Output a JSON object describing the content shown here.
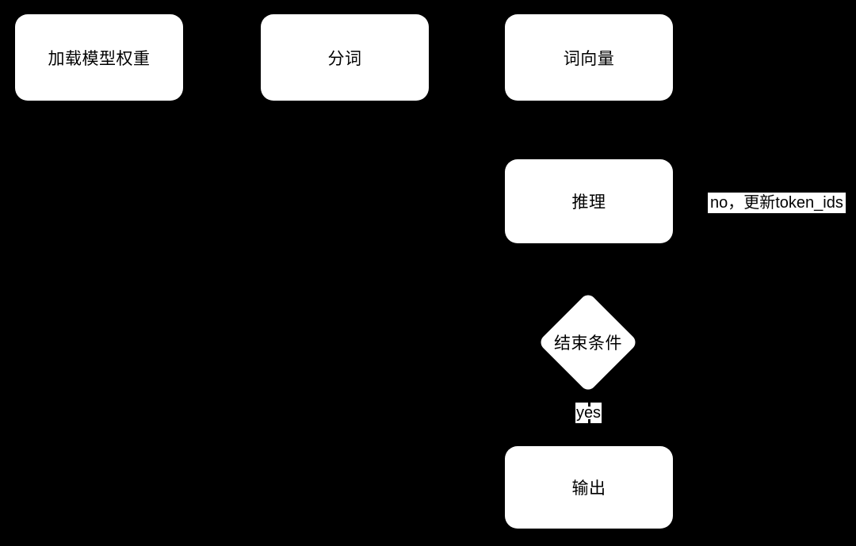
{
  "diagram": {
    "type": "flowchart",
    "colors": {
      "background": "#000000",
      "node_fill": "#ffffff",
      "node_text": "#000000",
      "edge_label_bg": "#ffffff",
      "edge_label_text": "#000000"
    },
    "nodes": {
      "load_weights": {
        "label": "加载模型权重",
        "shape": "rounded-rect"
      },
      "tokenize": {
        "label": "分词",
        "shape": "rounded-rect"
      },
      "word_vector": {
        "label": "词向量",
        "shape": "rounded-rect"
      },
      "inference": {
        "label": "推理",
        "shape": "rounded-rect"
      },
      "end_condition": {
        "label": "结束条件",
        "shape": "diamond"
      },
      "output": {
        "label": "输出",
        "shape": "rounded-rect"
      }
    },
    "edge_labels": {
      "no": "no，更新token_ids",
      "yes": "yes"
    }
  }
}
